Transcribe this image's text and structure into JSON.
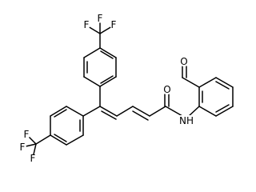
{
  "atom_labels": {
    "f_top_1": "F",
    "f_top_2": "F",
    "f_top_3": "F",
    "f_bot_1": "F",
    "f_bot_2": "F",
    "f_bot_3": "F",
    "aldehyde_o": "O",
    "amide_o": "O",
    "amide_n": "NH"
  },
  "colors": {
    "bonds": "#000000",
    "labels": "#000000",
    "background": "#ffffff"
  }
}
